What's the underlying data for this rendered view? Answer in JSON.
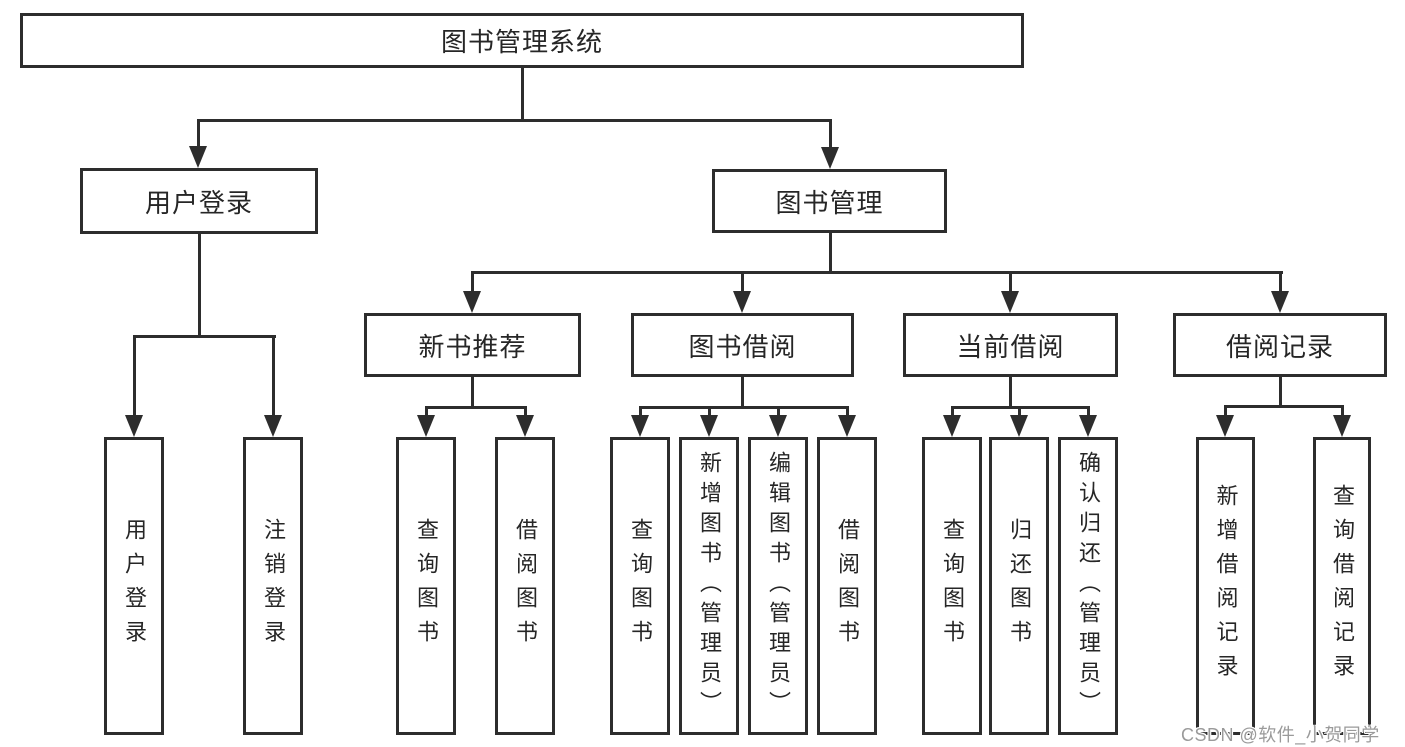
{
  "diagram": {
    "root": {
      "label": "图书管理系统"
    },
    "branches": [
      {
        "label": "用户登录",
        "children": [
          {
            "label": "用户登录"
          },
          {
            "label": "注销登录"
          }
        ]
      },
      {
        "label": "图书管理",
        "children": [
          {
            "label": "新书推荐",
            "children": [
              {
                "label": "查询图书"
              },
              {
                "label": "借阅图书"
              }
            ]
          },
          {
            "label": "图书借阅",
            "children": [
              {
                "label": "查询图书"
              },
              {
                "label": "新增图书（管理员）"
              },
              {
                "label": "编辑图书（管理员）"
              },
              {
                "label": "借阅图书"
              }
            ]
          },
          {
            "label": "当前借阅",
            "children": [
              {
                "label": "查询图书"
              },
              {
                "label": "归还图书"
              },
              {
                "label": "确认归还（管理员）"
              }
            ]
          },
          {
            "label": "借阅记录",
            "children": [
              {
                "label": "新增借阅记录"
              },
              {
                "label": "查询借阅记录"
              }
            ]
          }
        ]
      }
    ]
  },
  "watermark": {
    "text": "CSDN @软件_小贺同学"
  },
  "colors": {
    "line": "#2d2d2d",
    "text": "#262626",
    "background": "#ffffff",
    "watermark_text": "#9a9a9a"
  }
}
